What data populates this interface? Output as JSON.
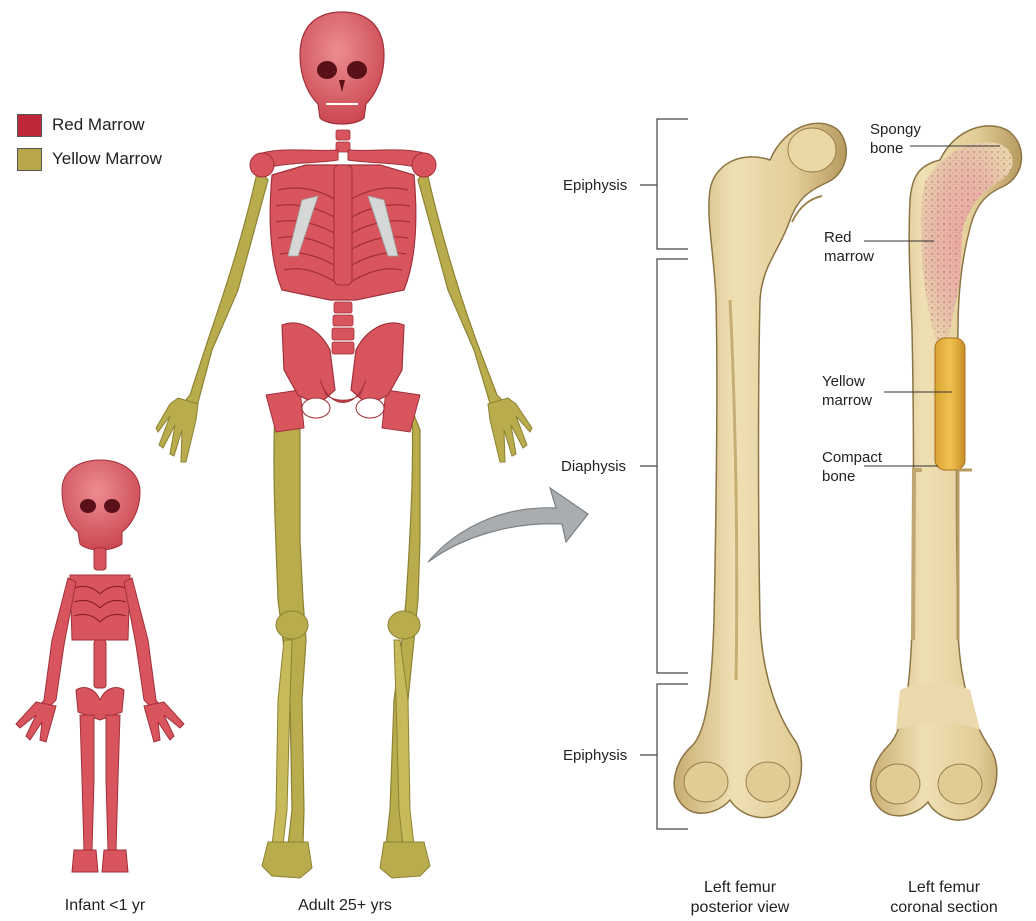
{
  "legend": {
    "items": [
      {
        "label": "Red Marrow",
        "color": "#c0283a"
      },
      {
        "label": "Yellow Marrow",
        "color": "#b9a64a"
      }
    ]
  },
  "colors": {
    "red_marrow": "#d9555e",
    "yellow_marrow": "#b8ac4c",
    "bone": "#e3cf9a",
    "bone_shadow": "#b89d62",
    "arrow": "#a9adb0"
  },
  "captions": {
    "infant": "Infant <1 yr",
    "adult": "Adult 25+ yrs",
    "femur_posterior_line1": "Left femur",
    "femur_posterior_line2": "posterior view",
    "femur_coronal_line1": "Left femur",
    "femur_coronal_line2": "coronal section"
  },
  "regions": {
    "epiphysis_top": "Epiphysis",
    "diaphysis": "Diaphysis",
    "epiphysis_bottom": "Epiphysis"
  },
  "section_labels": {
    "spongy_line1": "Spongy",
    "spongy_line2": "bone",
    "red_line1": "Red",
    "red_line2": "marrow",
    "yellow_line1": "Yellow",
    "yellow_line2": "marrow",
    "compact_line1": "Compact",
    "compact_line2": "bone"
  }
}
